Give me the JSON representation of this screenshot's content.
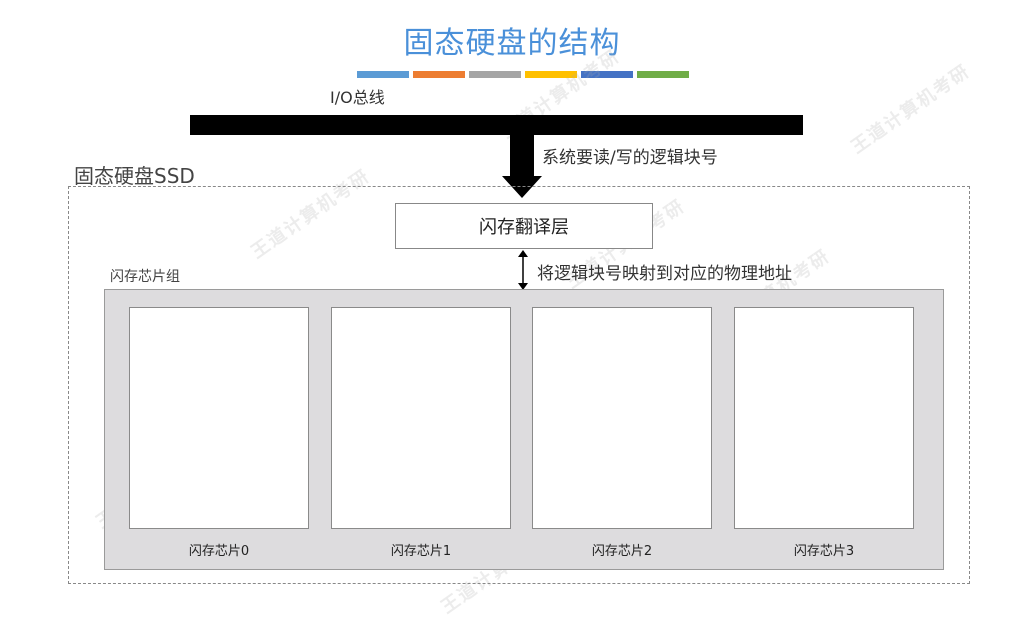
{
  "title": "固态硬盘的结构",
  "color_bars": [
    {
      "name": "blue",
      "color": "#5b9bd5"
    },
    {
      "name": "orange",
      "color": "#ed7d31"
    },
    {
      "name": "gray",
      "color": "#a5a5a5"
    },
    {
      "name": "yellow",
      "color": "#ffc000"
    },
    {
      "name": "dark-blue",
      "color": "#4472c4"
    },
    {
      "name": "green",
      "color": "#70ad47"
    }
  ],
  "bus": {
    "label": "I/O总线",
    "request_label": "系统要读/写的逻辑块号"
  },
  "ssd": {
    "label": "固态硬盘SSD",
    "ftl_label": "闪存翻译层",
    "mapping_label": "将逻辑块号映射到对应的物理地址",
    "chip_group_label": "闪存芯片组",
    "chips": [
      {
        "label": "闪存芯片0"
      },
      {
        "label": "闪存芯片1"
      },
      {
        "label": "闪存芯片2"
      },
      {
        "label": "闪存芯片3"
      }
    ]
  },
  "watermark": "王道计算机考研"
}
